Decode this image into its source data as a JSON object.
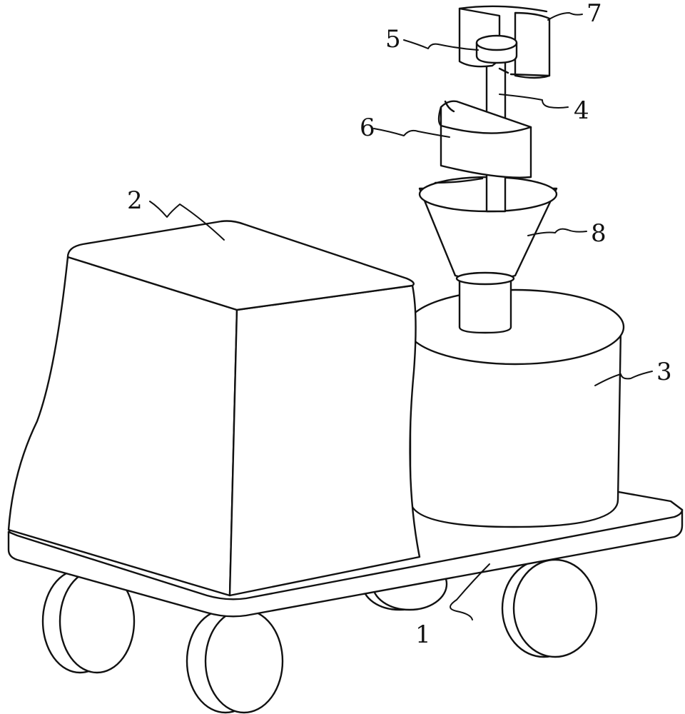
{
  "figure": {
    "background": "#ffffff",
    "line_color": "#111111",
    "callouts": {
      "cart_base": "1",
      "box_housing": "2",
      "cylinder_tank": "3",
      "vertical_shaft": "4",
      "shaft_cap": "5",
      "lower_helical_blade": "6",
      "upper_blade": "7",
      "funnel": "8"
    }
  }
}
